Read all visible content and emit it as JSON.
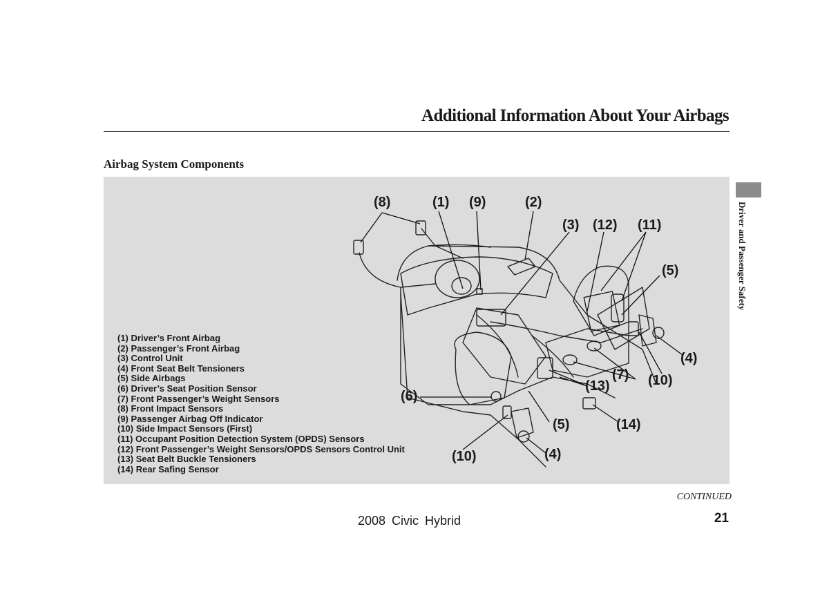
{
  "page": {
    "title": "Additional Information About Your Airbags",
    "section_heading": "Airbag System Components",
    "side_tab": "Driver and Passenger Safety",
    "continued": "CONTINUED",
    "page_number": "21",
    "footer_model": "2008  Civic  Hybrid"
  },
  "legend": [
    "(1) Driver’s Front Airbag",
    "(2) Passenger’s Front Airbag",
    "(3) Control Unit",
    "(4) Front Seat Belt Tensioners",
    "(5) Side Airbags",
    "(6) Driver’s Seat Position Sensor",
    "(7) Front Passenger’s Weight Sensors",
    "(8) Front Impact Sensors",
    "(9) Passenger Airbag Off Indicator",
    "(10) Side Impact Sensors (First)",
    "(11) Occupant Position Detection System (OPDS) Sensors",
    "(12) Front Passenger’s Weight Sensors/OPDS Sensors Control Unit",
    "(13) Seat Belt Buckle Tensioners",
    "(14) Rear Safing Sensor"
  ],
  "callouts": {
    "c8": "(8)",
    "c1": "(1)",
    "c9": "(9)",
    "c2": "(2)",
    "c3": "(3)",
    "c12": "(12)",
    "c11": "(11)",
    "c5a": "(5)",
    "c4a": "(4)",
    "c7": "(7)",
    "c10a": "(10)",
    "c13": "(13)",
    "c6": "(6)",
    "c5b": "(5)",
    "c14": "(14)",
    "c10b": "(10)",
    "c4b": "(4)"
  },
  "colors": {
    "panel": "#dcdcdc",
    "side_tab": "#8c8c8c",
    "text": "#1a1a1a"
  }
}
